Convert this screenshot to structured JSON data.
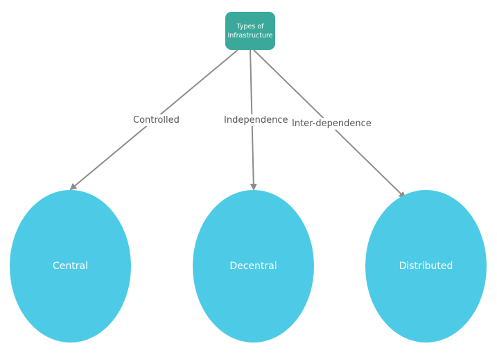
{
  "diagram": {
    "root": {
      "line1": "Types of",
      "line2": "Infrastructure",
      "color": "#3aa89a"
    },
    "edges": [
      {
        "label": "Controlled"
      },
      {
        "label": "Independence"
      },
      {
        "label": "Inter-dependence"
      }
    ],
    "leaves": [
      {
        "label": "Central"
      },
      {
        "label": "Decentral"
      },
      {
        "label": "Distributed"
      }
    ],
    "leaf_color": "#4dcbe6",
    "connector_color": "#8c8c8c"
  }
}
